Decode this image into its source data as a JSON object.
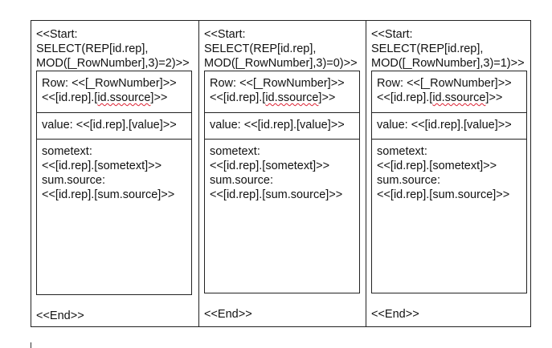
{
  "columns": [
    {
      "start_line1": "<<Start:",
      "start_line2": "SELECT(REP[id.rep],",
      "start_line3": "MOD([_RowNumber],3)=2)>>",
      "row_line1": "Row: <<[_RowNumber]>>",
      "row_line2_a": "<<[id.rep].[",
      "row_line2_b": "id.ssource",
      "row_line2_c": "]>>",
      "value_line": "value: <<[id.rep].[value]>>",
      "some_line1": "sometext:",
      "some_line2": "<<[id.rep].[sometext]>>",
      "some_line3": "sum.source:",
      "some_line4": "<<[id.rep].[sum.source]>>",
      "end": "<<End>>"
    },
    {
      "start_line1": "<<Start:",
      "start_line2": "SELECT(REP[id.rep],",
      "start_line3": "MOD([_RowNumber],3)=0)>>",
      "row_line1": "Row: <<[_RowNumber]>>",
      "row_line2_a": "<<[id.rep].[",
      "row_line2_b": "id.ssource",
      "row_line2_c": "]>>",
      "value_line": "value: <<[id.rep].[value]>>",
      "some_line1": "sometext:",
      "some_line2": "<<[id.rep].[sometext]>>",
      "some_line3": "sum.source:",
      "some_line4": "<<[id.rep].[sum.source]>>",
      "end": "<<End>>"
    },
    {
      "start_line1": "<<Start:",
      "start_line2": "SELECT(REP[id.rep],",
      "start_line3": "MOD([_RowNumber],3)=1)>>",
      "row_line1": "Row: <<[_RowNumber]>>",
      "row_line2_a": "<<[id.rep].[",
      "row_line2_b": "id.ssource",
      "row_line2_c": "]>>",
      "value_line": "value: <<[id.rep].[value]>>",
      "some_line1": "sometext:",
      "some_line2": "<<[id.rep].[sometext]>>",
      "some_line3": "sum.source:",
      "some_line4": "<<[id.rep].[sum.source]>>",
      "end": "<<End>>"
    }
  ],
  "colors": {
    "border": "#222222",
    "spellcheck_underline": "#dd2233",
    "text": "#111111"
  }
}
